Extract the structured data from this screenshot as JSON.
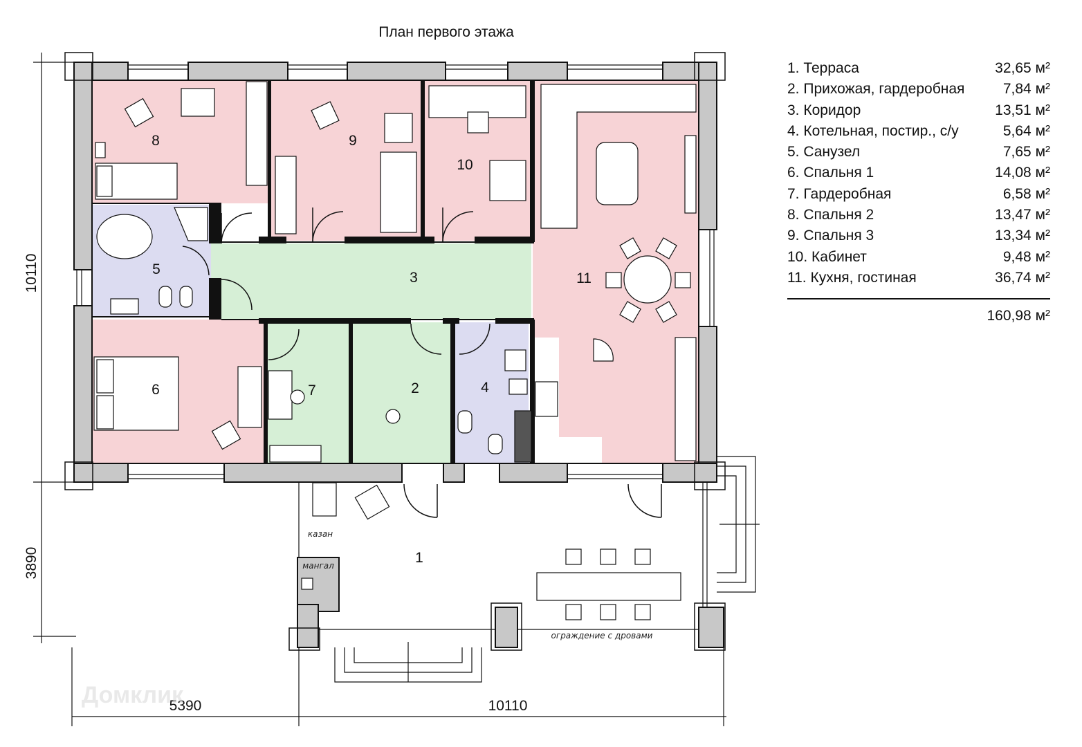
{
  "title": "План первого этажа",
  "dimensions": {
    "height_house": "10110",
    "height_terrace": "3890",
    "width_left": "5390",
    "width_right": "10110"
  },
  "rooms": [
    {
      "num": "1",
      "name": "Терраса",
      "area": "32,65 м²"
    },
    {
      "num": "2",
      "name": "Прихожая, гардеробная",
      "area": "7,84 м²"
    },
    {
      "num": "3",
      "name": "Коридор",
      "area": "13,51 м²"
    },
    {
      "num": "4",
      "name": "Котельная, постир., с/у",
      "area": "5,64 м²"
    },
    {
      "num": "5",
      "name": "Санузел",
      "area": "7,65 м²"
    },
    {
      "num": "6",
      "name": "Спальня 1",
      "area": "14,08 м²"
    },
    {
      "num": "7",
      "name": "Гардеробная",
      "area": "6,58 м²"
    },
    {
      "num": "8",
      "name": "Спальня 2",
      "area": "13,47 м²"
    },
    {
      "num": "9",
      "name": "Спальня 3",
      "area": "13,34 м²"
    },
    {
      "num": "10",
      "name": "Кабинет",
      "area": "9,48 м²"
    },
    {
      "num": "11",
      "name": "Кухня, гостиная",
      "area": "36,74 м²"
    }
  ],
  "total_area": "160,98 м²",
  "annotations": {
    "kazan": "казан",
    "mangal": "мангал",
    "fence": "ограждение с дровами"
  },
  "watermark": "Домклик",
  "colors": {
    "bedroom": "#f7d3d6",
    "bathroom": "#dcdcf1",
    "corridor": "#d6efd6",
    "wall": "#c8c8c8",
    "outline": "#111111"
  }
}
